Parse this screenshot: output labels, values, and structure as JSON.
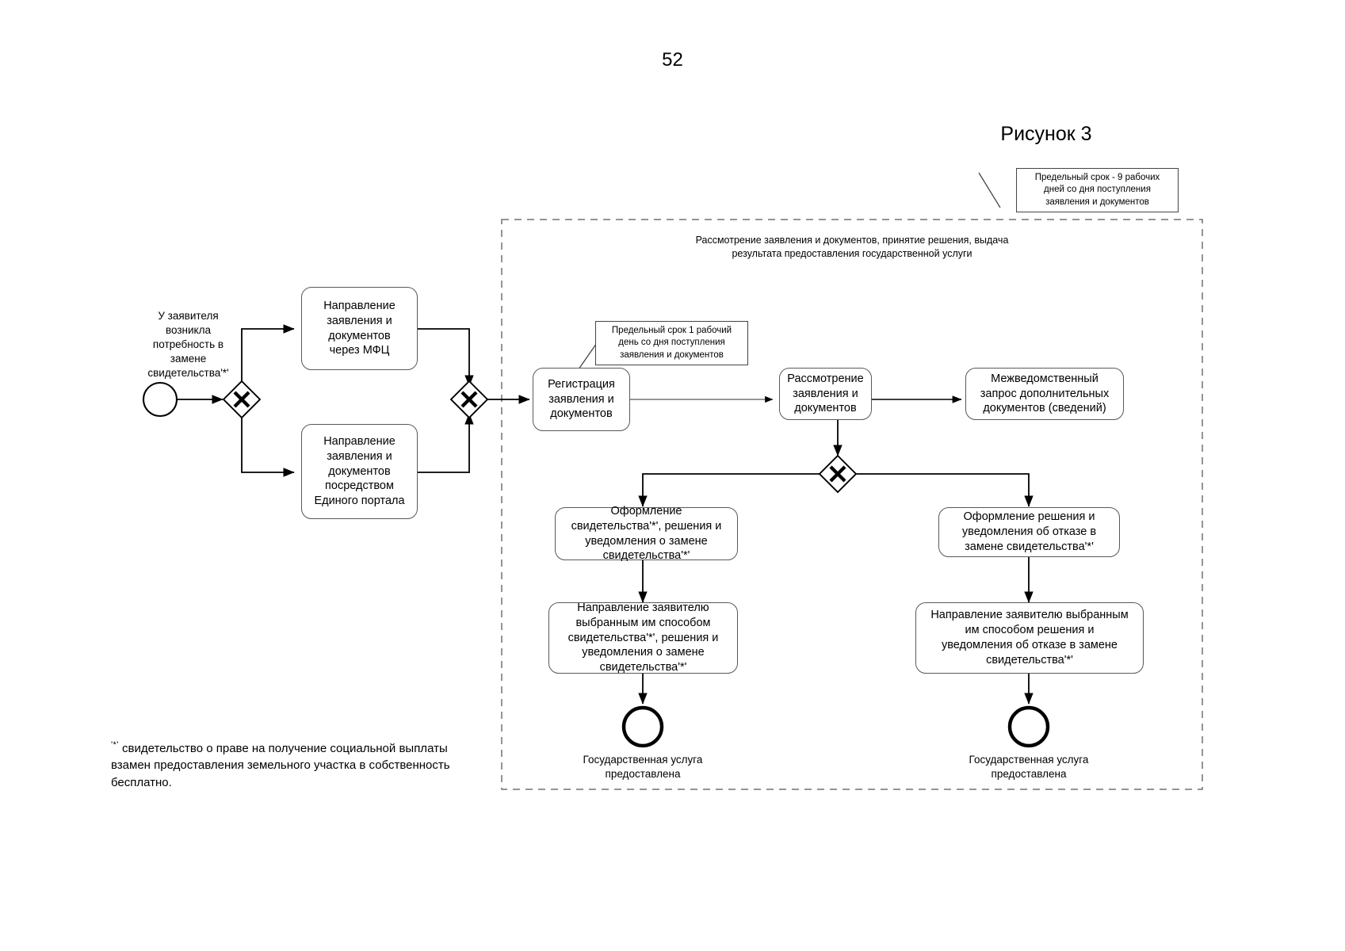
{
  "page": {
    "number": "52",
    "figure_label": "Рисунок 3"
  },
  "footnote": {
    "marker": "'*'",
    "text": "свидетельство о праве на получение социальной выплаты взамен предоставления земельного участка в собственность бесплатно."
  },
  "pool": {
    "title_line1": "Рассмотрение заявления и документов, принятие решения, выдача",
    "title_line2": "результата предоставления государственной услуги"
  },
  "start": {
    "label_line1": "У заявителя",
    "label_line2": "возникла",
    "label_line3": "потребность в",
    "label_line4": "замене",
    "label_line5": "свидетельства'*'"
  },
  "notes": [
    {
      "id": "note-deadline-9-days",
      "line1": "Предельный срок - 9 рабочих",
      "line2": "дней со дня поступления",
      "line3": "заявления и документов"
    },
    {
      "id": "note-deadline-1-day",
      "line1": "Предельный срок 1 рабочий",
      "line2": "день со дня поступления",
      "line3": "заявления и документов"
    }
  ],
  "tasks": [
    {
      "id": "task-mfc",
      "line1": "Направление",
      "line2": "заявления и",
      "line3": "документов",
      "line4": "через МФЦ"
    },
    {
      "id": "task-portal",
      "line1": "Направление",
      "line2": "заявления и",
      "line3": "документов",
      "line4": "посредством",
      "line5": "Единого портала"
    },
    {
      "id": "task-registration",
      "line1": "Регистрация",
      "line2": "заявления и",
      "line3": "документов"
    },
    {
      "id": "task-review",
      "line1": "Рассмотрение",
      "line2": "заявления и",
      "line3": "документов"
    },
    {
      "id": "task-interagency-request",
      "line1": "Межведомственный",
      "line2": "запрос дополнительных",
      "line3": "документов (сведений)"
    },
    {
      "id": "task-issue-certificate",
      "line1": "Оформление",
      "line2": "свидетельства'*', решения и",
      "line3": "уведомления о замене",
      "line4": "свидетельства'*'"
    },
    {
      "id": "task-issue-refusal",
      "line1": "Оформление решения и",
      "line2": "уведомления об отказе в",
      "line3": "замене свидетельства'*'"
    },
    {
      "id": "task-send-certificate",
      "line1": "Направление заявителю",
      "line2": "выбранным им способом",
      "line3": "свидетельства'*', решения и",
      "line4": "уведомления о замене",
      "line5": "свидетельства'*'"
    },
    {
      "id": "task-send-refusal",
      "line1": "Направление заявителю выбранным",
      "line2": "им способом решения и",
      "line3": "уведомления об отказе в замене",
      "line4": "свидетельства'*'"
    }
  ],
  "end_events": [
    {
      "id": "end-service-provided-left",
      "line1": "Государственная услуга",
      "line2": "предоставлена"
    },
    {
      "id": "end-service-provided-right",
      "line1": "Государственная услуга",
      "line2": "предоставлена"
    }
  ],
  "gateways": [
    {
      "id": "gateway-split-channel",
      "type": "exclusive"
    },
    {
      "id": "gateway-join-channel",
      "type": "exclusive"
    },
    {
      "id": "gateway-decision-outcome",
      "type": "exclusive"
    }
  ],
  "colors": {
    "line": "#555a5e",
    "text": "#000000",
    "background": "#ffffff"
  }
}
